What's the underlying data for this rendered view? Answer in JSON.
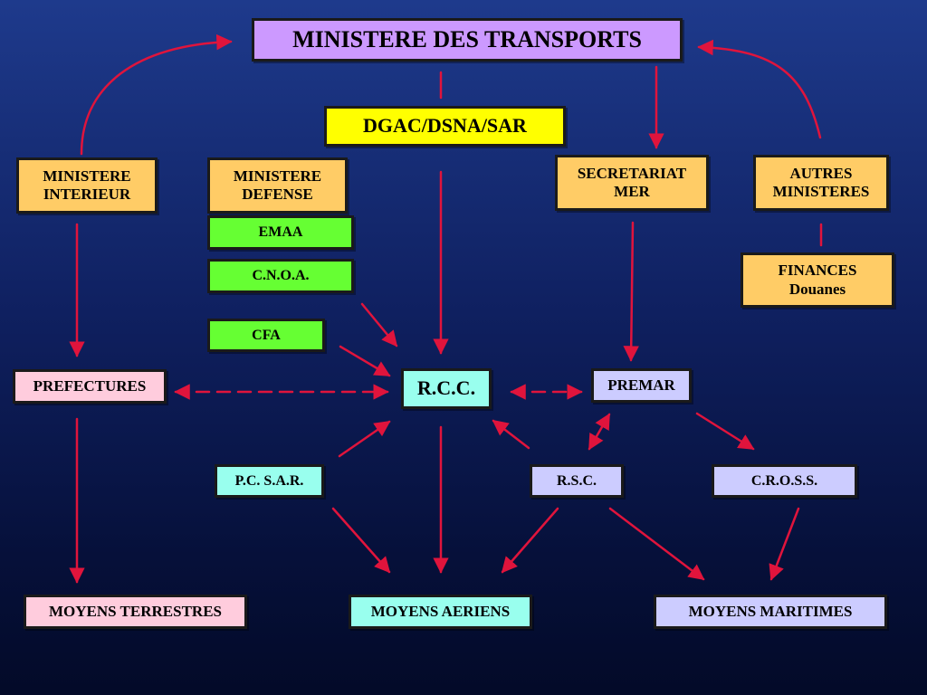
{
  "colors": {
    "background_top": "#1e3a8c",
    "background_bottom": "#030a28",
    "link": "#e0143c",
    "lavender": "#cc99ff",
    "yellow": "#ffff00",
    "orange": "#ffcc66",
    "green": "#66ff33",
    "pink": "#ffccdd",
    "cyan": "#99ffee",
    "periwinkle": "#ccccff"
  },
  "nodes": [
    {
      "id": "ministere-transports",
      "label": "MINISTERE DES TRANSPORTS",
      "fill": "#cc99ff"
    },
    {
      "id": "dgac-dsna-sar",
      "label": "DGAC/DSNA/SAR",
      "fill": "#ffff00"
    },
    {
      "id": "ministere-interieur",
      "label": "MINISTERE\nINTERIEUR",
      "fill": "#ffcc66"
    },
    {
      "id": "ministere-defense",
      "label": "MINISTERE\nDEFENSE",
      "fill": "#ffcc66"
    },
    {
      "id": "secretariat-mer",
      "label": "SECRETARIAT\nMER",
      "fill": "#ffcc66"
    },
    {
      "id": "autres-ministeres",
      "label": "AUTRES\nMINISTERES",
      "fill": "#ffcc66"
    },
    {
      "id": "emaa",
      "label": "EMAA",
      "fill": "#66ff33"
    },
    {
      "id": "cnoa",
      "label": "C.N.O.A.",
      "fill": "#66ff33"
    },
    {
      "id": "cfa",
      "label": "CFA",
      "fill": "#66ff33"
    },
    {
      "id": "finances-douanes",
      "label": "FINANCES\nDouanes",
      "fill": "#ffcc66"
    },
    {
      "id": "prefectures",
      "label": "PREFECTURES",
      "fill": "#ffccdd"
    },
    {
      "id": "rcc",
      "label": "R.C.C.",
      "fill": "#99ffee"
    },
    {
      "id": "premar",
      "label": "PREMAR",
      "fill": "#ccccff"
    },
    {
      "id": "pc-sar",
      "label": "P.C. S.A.R.",
      "fill": "#99ffee"
    },
    {
      "id": "rsc",
      "label": "R.S.C.",
      "fill": "#ccccff"
    },
    {
      "id": "cross",
      "label": "C.R.O.S.S.",
      "fill": "#ccccff"
    },
    {
      "id": "moyens-terrestres",
      "label": "MOYENS TERRESTRES",
      "fill": "#ffccdd"
    },
    {
      "id": "moyens-aeriens",
      "label": "MOYENS AERIENS",
      "fill": "#99ffee"
    },
    {
      "id": "moyens-maritimes",
      "label": "MOYENS MARITIMES",
      "fill": "#ccccff"
    }
  ],
  "links": [
    {
      "from": "ministere-interieur",
      "to": "ministere-transports",
      "style": "curve-arrow"
    },
    {
      "from": "autres-ministeres",
      "to": "ministere-transports",
      "style": "curve-arrow"
    },
    {
      "from": "ministere-transports",
      "to": "dgac-dsna-sar",
      "style": "line"
    },
    {
      "from": "ministere-transports",
      "to": "secretariat-mer",
      "style": "arrow"
    },
    {
      "from": "dgac-dsna-sar",
      "to": "rcc",
      "style": "arrow"
    },
    {
      "from": "autres-ministeres",
      "to": "finances-douanes",
      "style": "line"
    },
    {
      "from": "ministere-interieur",
      "to": "prefectures",
      "style": "arrow"
    },
    {
      "from": "secretariat-mer",
      "to": "premar",
      "style": "arrow"
    },
    {
      "from": "cnoa",
      "to": "rcc",
      "style": "arrow"
    },
    {
      "from": "cfa",
      "to": "rcc",
      "style": "arrow"
    },
    {
      "from": "prefectures",
      "to": "rcc",
      "style": "dashed-double-arrow"
    },
    {
      "from": "rcc",
      "to": "premar",
      "style": "dashed-double-arrow"
    },
    {
      "from": "pc-sar",
      "to": "rcc",
      "style": "arrow"
    },
    {
      "from": "rsc",
      "to": "rcc",
      "style": "arrow"
    },
    {
      "from": "premar",
      "to": "rsc",
      "style": "double-arrow"
    },
    {
      "from": "premar",
      "to": "cross",
      "style": "arrow"
    },
    {
      "from": "prefectures",
      "to": "moyens-terrestres",
      "style": "arrow"
    },
    {
      "from": "rcc",
      "to": "moyens-aeriens",
      "style": "arrow"
    },
    {
      "from": "pc-sar",
      "to": "moyens-aeriens",
      "style": "arrow"
    },
    {
      "from": "rsc",
      "to": "moyens-aeriens",
      "style": "arrow"
    },
    {
      "from": "rsc",
      "to": "moyens-maritimes",
      "style": "arrow"
    },
    {
      "from": "cross",
      "to": "moyens-maritimes",
      "style": "arrow"
    }
  ]
}
